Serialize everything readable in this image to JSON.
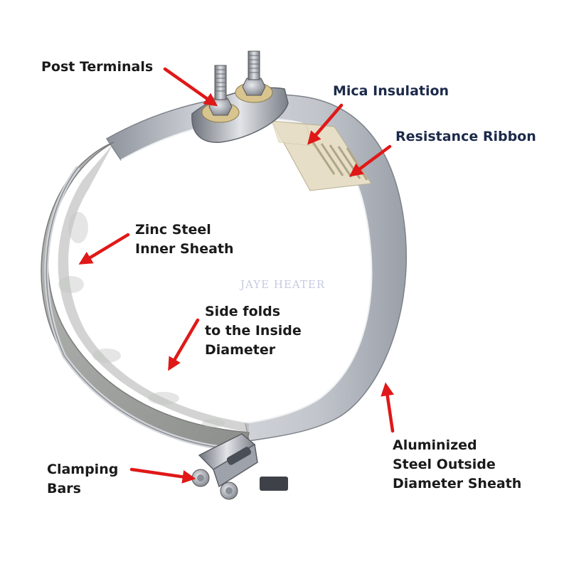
{
  "labels": {
    "post_terminals": "Post Terminals",
    "mica_insulation": "Mica Insulation",
    "resistance_ribbon": "Resistance Ribbon",
    "zinc_steel_l1": "Zinc Steel",
    "zinc_steel_l2": "Inner Sheath",
    "side_folds_l1": "Side folds",
    "side_folds_l2": "to the Inside",
    "side_folds_l3": "Diameter",
    "clamping_l1": "Clamping",
    "clamping_l2": "Bars",
    "aluminized_l1": "Aluminized",
    "aluminized_l2": "Steel Outside",
    "aluminized_l3": "Diameter Sheath"
  },
  "watermark": "JAYE HEATER",
  "colors": {
    "arrow": "#e01818",
    "outer_sheath": "#b8bcc4",
    "inner_sheath": "#a8aaa8",
    "mica": "#e4dcc4"
  }
}
